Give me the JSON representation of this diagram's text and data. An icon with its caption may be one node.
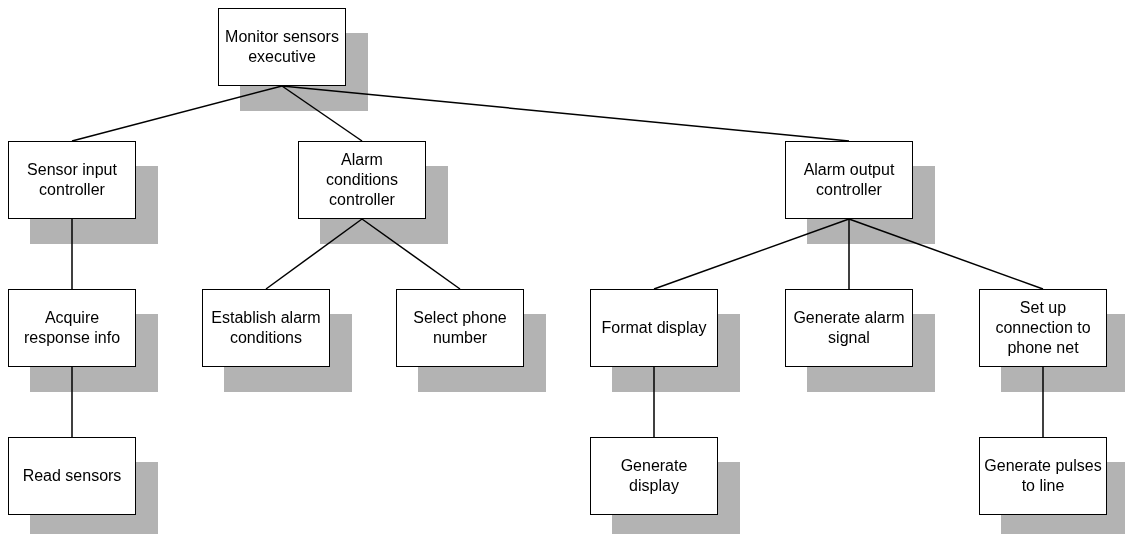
{
  "diagram": {
    "nodes": [
      {
        "text": [
          "Monitor sensors executive"
        ]
      },
      {
        "text": [
          "Sensor input controller"
        ]
      },
      {
        "text": [
          "Alarm conditions controller"
        ]
      },
      {
        "text": [
          "Alarm output controller"
        ]
      },
      {
        "text": [
          "Acquire response info"
        ]
      },
      {
        "text": [
          "Establish alarm conditions"
        ]
      },
      {
        "text": [
          "Select phone number"
        ]
      },
      {
        "text": [
          "Format display"
        ]
      },
      {
        "text": [
          "Generate alarm signal"
        ]
      },
      {
        "text": [
          "Set up connection to phone net"
        ]
      },
      {
        "text": [
          "Read sensors"
        ]
      },
      {
        "text": [
          "Generate display"
        ]
      },
      {
        "text": [
          "Generate pulses to line"
        ]
      }
    ],
    "edges": [
      {
        "from": 0,
        "to": 1,
        "arrow": "none"
      },
      {
        "from": 0,
        "to": 2,
        "arrow": "none"
      },
      {
        "from": 0,
        "to": 3,
        "arrow": "none"
      },
      {
        "from": 1,
        "to": 4,
        "arrow": "none"
      },
      {
        "from": 4,
        "to": 10,
        "arrow": "none"
      },
      {
        "from": 2,
        "to": 5,
        "arrow": "none"
      },
      {
        "from": 2,
        "to": 6,
        "arrow": "none"
      },
      {
        "from": 3,
        "to": 7,
        "arrow": "none"
      },
      {
        "from": 3,
        "to": 8,
        "arrow": "none"
      },
      {
        "from": 3,
        "to": 9,
        "arrow": "none"
      },
      {
        "from": 7,
        "to": 11,
        "arrow": "none"
      },
      {
        "from": 9,
        "to": 12,
        "arrow": "none"
      }
    ]
  }
}
